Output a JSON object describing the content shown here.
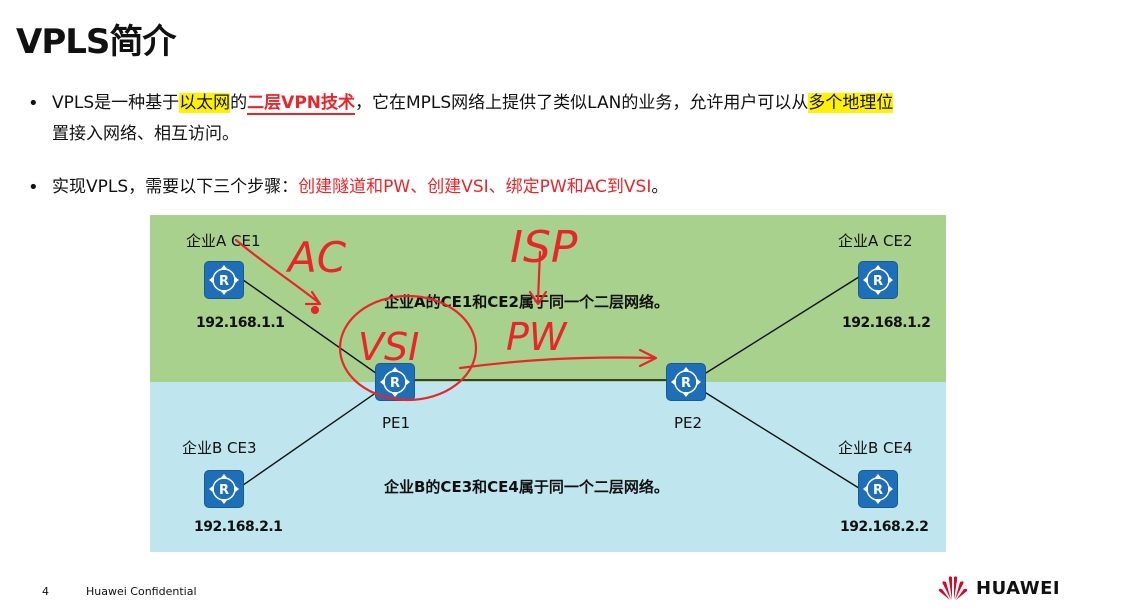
{
  "title": "VPLS简介",
  "bullets": {
    "b1": {
      "p1": "VPLS是一种基于",
      "p2": "以太网",
      "p3": "的",
      "p4": "二层VPN技术",
      "p5": "，它在MPLS网络上提供了类似LAN的业务，允许用户可以从",
      "p6": "多个地理位",
      "p7": "置接入网络、相互访问。"
    },
    "b2": {
      "p1": "实现VPLS，需要以下三个步骤：",
      "p2": "创建隧道和PW、创建VSI、绑定PW和AC到VSI",
      "p3": "。"
    }
  },
  "diagram": {
    "ce1": {
      "name": "企业A CE1",
      "ip": "192.168.1.1"
    },
    "ce2": {
      "name": "企业A CE2",
      "ip": "192.168.1.2"
    },
    "ce3": {
      "name": "企业B CE3",
      "ip": "192.168.2.1"
    },
    "ce4": {
      "name": "企业B CE4",
      "ip": "192.168.2.2"
    },
    "pe1": {
      "name": "PE1"
    },
    "pe2": {
      "name": "PE2"
    },
    "desc_a": "企业A的CE1和CE2属于同一个二层网络。",
    "desc_b": "企业B的CE3和CE4属于同一个二层网络。",
    "router_glyph": "R"
  },
  "annotations": {
    "ac": "AC",
    "isp": "ISP",
    "vsi": "VSI",
    "pw": "PW"
  },
  "footer": {
    "page": "4",
    "confidential": "Huawei Confidential",
    "logo_text": "HUAWEI"
  },
  "colors": {
    "zone_a": "#a9d18e",
    "zone_b": "#bfe6ee",
    "router": "#1f6fb8",
    "highlight": "#fff200",
    "emphasis_red": "#e8262a",
    "ink_red": "#e8262a",
    "logo_red": "#cf0a2c"
  }
}
